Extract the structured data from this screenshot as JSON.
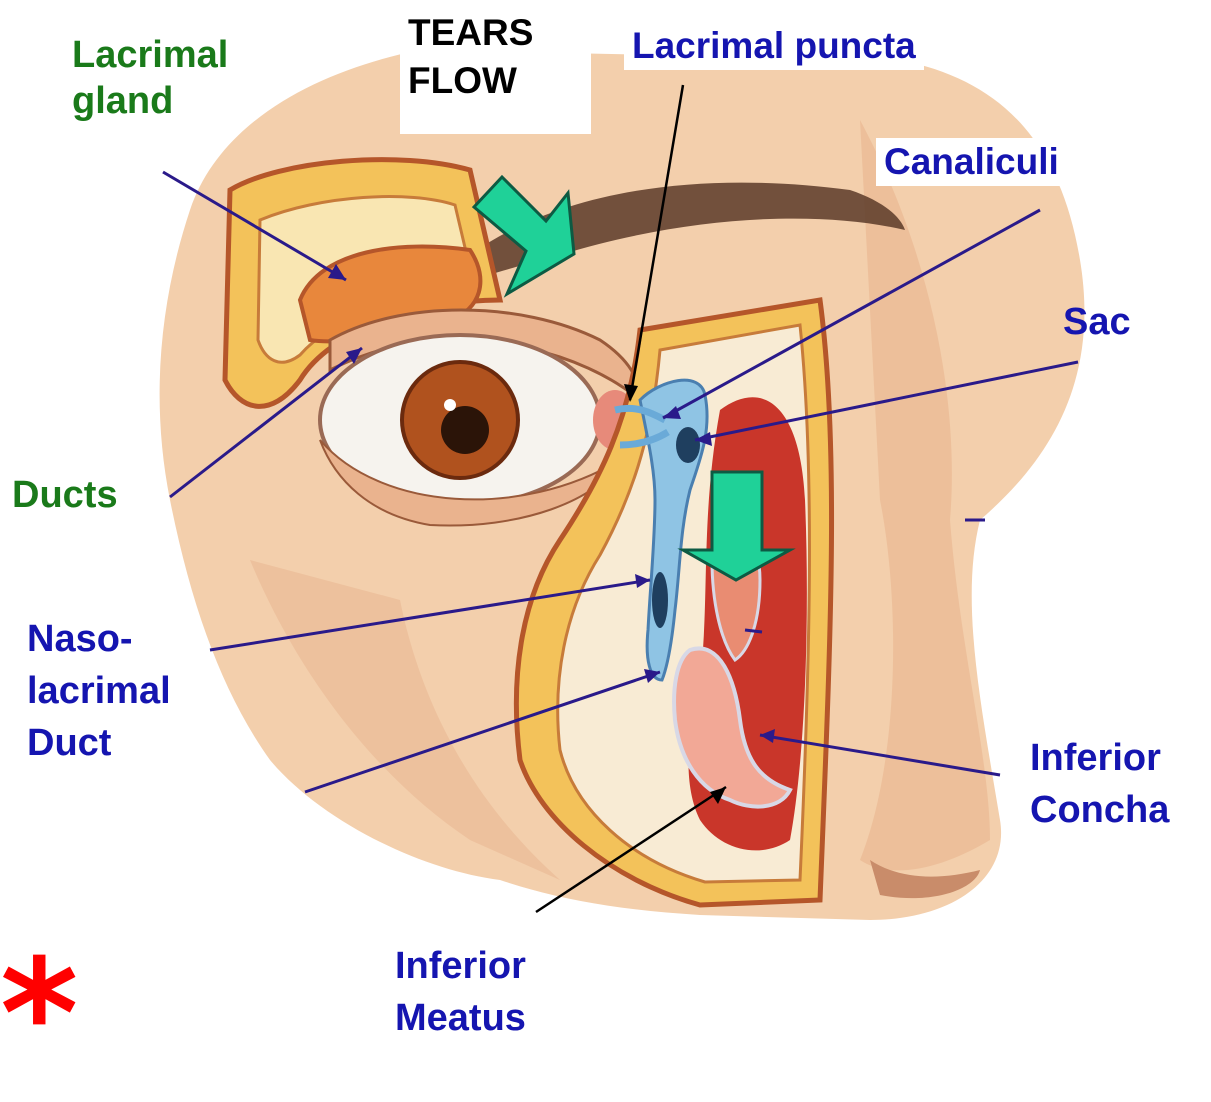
{
  "labels": {
    "lacrimal_gland_line1": "Lacrimal",
    "lacrimal_gland_line2": "gland",
    "tears_flow_line1": "TEARS",
    "tears_flow_line2": "FLOW",
    "lacrimal_puncta": "Lacrimal puncta",
    "canaliculi": "Canaliculi",
    "sac": "Sac",
    "ducts": "Ducts",
    "nasolacrimal_line1": "Naso-",
    "nasolacrimal_line2": "lacrimal",
    "nasolacrimal_line3": "Duct",
    "inferior_concha_line1": "Inferior",
    "inferior_concha_line2": "Concha",
    "inferior_meatus_line1": "Inferior",
    "inferior_meatus_line2": "Meatus",
    "asterisk": "*"
  },
  "colors": {
    "green_label": "#1a7a1a",
    "blue_label": "#1515b0",
    "pointer_line": "#2a1a8a",
    "flow_arrow": "#1fd198",
    "skin": "#f0c9a4",
    "asterisk": "#ff0000"
  }
}
